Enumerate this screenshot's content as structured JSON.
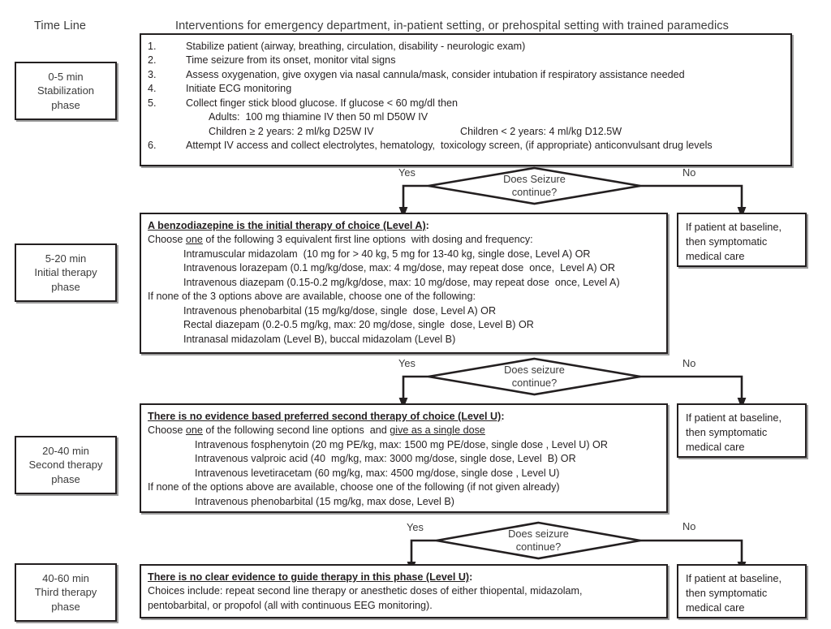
{
  "headers": {
    "timeline": "Time Line",
    "interventions": "Interventions for emergency department, in-patient setting, or prehospital setting with trained paramedics"
  },
  "timeline_boxes": [
    {
      "time": "0-5 min",
      "l2": "Stabilization",
      "l3": "phase"
    },
    {
      "time": "5-20 min",
      "l2": "Initial therapy",
      "l3": "phase"
    },
    {
      "time": "20-40 min",
      "l2": "Second therapy",
      "l3": "phase"
    },
    {
      "time": "40-60 min",
      "l2": "Third therapy",
      "l3": "phase"
    }
  ],
  "stabilization": {
    "items": [
      {
        "num": "1.",
        "text": "Stabilize patient (airway, breathing, circulation, disability - neurologic exam)"
      },
      {
        "num": "2.",
        "text": "Time seizure from its onset, monitor vital signs"
      },
      {
        "num": "3.",
        "text": "Assess oxygenation, give oxygen via nasal cannula/mask, consider intubation if respiratory assistance needed"
      },
      {
        "num": "4.",
        "text": "Initiate ECG monitoring"
      },
      {
        "num": "5.",
        "text": "Collect finger stick blood glucose. If glucose < 60 mg/dl then"
      },
      {
        "num": "6.",
        "text": "Attempt IV access and collect electrolytes, hematology,  toxicology screen, (if appropriate) anticonvulsant drug levels"
      }
    ],
    "sub_adults": "Adults:  100 mg thiamine IV then 50 ml D50W IV",
    "sub_children_a": "Children ≥ 2 years: 2 ml/kg D25W IV",
    "sub_children_b": "Children < 2 years: 4 ml/kg D12.5W"
  },
  "initial_therapy": {
    "title_underline": "A benzodiazepine is the initial therapy of choice (Level A)",
    "title_colon": ":",
    "line_choose_a": "Choose ",
    "line_choose_one": "one",
    "line_choose_b": " of the following 3 equivalent first line options  with dosing and frequency:",
    "options": [
      "Intramuscular midazolam  (10 mg for > 40 kg, 5 mg for 13-40 kg, single dose, Level A) OR",
      "Intravenous lorazepam (0.1 mg/kg/dose, max: 4 mg/dose, may repeat dose  once,  Level A) OR",
      "Intravenous diazepam (0.15-0.2 mg/kg/dose, max: 10 mg/dose, may repeat dose  once, Level A)"
    ],
    "fallback_intro": "If none of the 3 options above are available, choose one of the following:",
    "fallbacks": [
      "Intravenous phenobarbital (15 mg/kg/dose, single  dose, Level A) OR",
      "Rectal diazepam (0.2-0.5 mg/kg, max: 20 mg/dose, single  dose, Level B) OR",
      "Intranasal midazolam (Level B), buccal midazolam (Level B)"
    ]
  },
  "second_therapy": {
    "title_underline": "There is no evidence based preferred second therapy of choice (Level U)",
    "title_colon": ":",
    "line_choose_a": "Choose ",
    "line_choose_one": "one",
    "line_choose_b": " of the following second line options  and ",
    "line_choose_u": "give as a single dose",
    "options": [
      "Intravenous fosphenytoin (20 mg PE/kg, max: 1500 mg PE/dose, single dose , Level U) OR",
      "Intravenous valproic acid (40  mg/kg, max: 3000 mg/dose, single dose, Level  B) OR",
      "Intravenous levetiracetam (60 mg/kg, max: 4500 mg/dose, single dose , Level U)"
    ],
    "fallback_intro": "If none of the options above are available, choose one of the following (if not given already)",
    "fallbacks": [
      "Intravenous phenobarbital (15 mg/kg, max dose, Level B)"
    ]
  },
  "third_therapy": {
    "title_underline": "There is no clear evidence to guide therapy in this phase (Level U)",
    "title_colon": ":",
    "lines": [
      "Choices include: repeat second line therapy or anesthetic doses of either thiopental, midazolam,",
      "pentobarbital, or propofol (all with continuous EEG monitoring)."
    ]
  },
  "decisions": [
    {
      "line1": "Does Seizure",
      "line2": "continue?",
      "yes": "Yes",
      "no": "No"
    },
    {
      "line1": "Does seizure",
      "line2": "continue?",
      "yes": "Yes",
      "no": "No"
    },
    {
      "line1": "Does seizure",
      "line2": "continue?",
      "yes": "Yes",
      "no": "No"
    }
  ],
  "baseline_box": {
    "l1": "If patient at baseline,",
    "l2": "then symptomatic",
    "l3": "medical care"
  },
  "colors": {
    "stroke": "#231f20",
    "text": "#3b3b3b",
    "shadow": "#9d9d9d",
    "background": "#ffffff"
  }
}
